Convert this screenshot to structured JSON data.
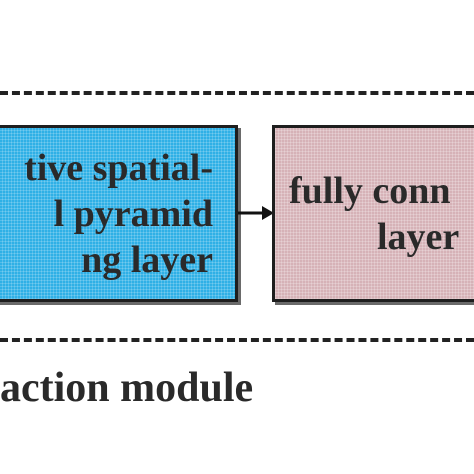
{
  "diagram": {
    "pool_box": {
      "lines": [
        "tive spatial-",
        "l pyramid",
        "ng layer"
      ],
      "color": "#2fb0e6"
    },
    "fc_box": {
      "lines": [
        "fully conn",
        "layer"
      ],
      "color": "#d6b2b7"
    },
    "module_label": "action module"
  }
}
